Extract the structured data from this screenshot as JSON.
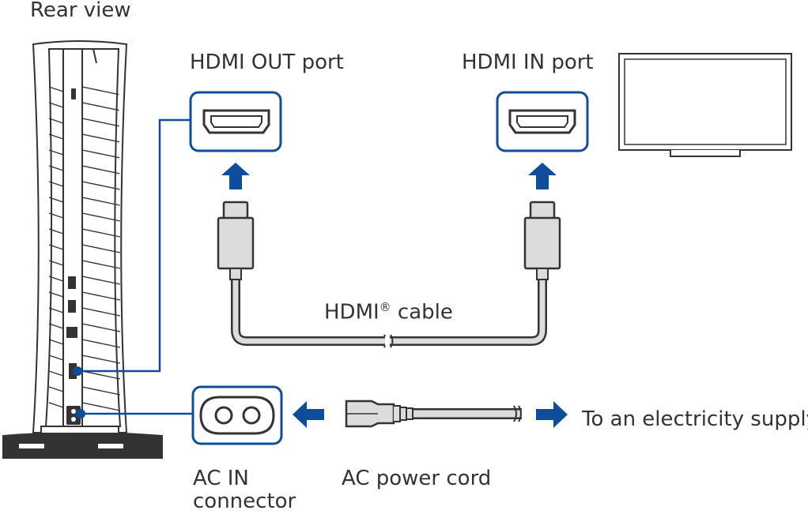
{
  "labels": {
    "rear_view": "Rear view",
    "hdmi_out_port": "HDMI OUT port",
    "hdmi_in_port": "HDMI IN port",
    "hdmi_cable": "HDMI",
    "hdmi_cable_reg": "®",
    "hdmi_cable_suffix": " cable",
    "electricity_supply": "To an electricity supply",
    "ac_power_cord": "AC power cord",
    "ac_in_line1": "AC IN",
    "ac_in_line2": "connector"
  },
  "colors": {
    "accent_blue": "#0f4c9a",
    "line_dark": "#333333",
    "cable_gray": "#dcdcdc",
    "console_fill": "#ffffff"
  },
  "icons": {
    "arrow_up": "arrow-up-icon",
    "arrow_left": "arrow-left-icon",
    "arrow_right": "arrow-right-icon"
  }
}
